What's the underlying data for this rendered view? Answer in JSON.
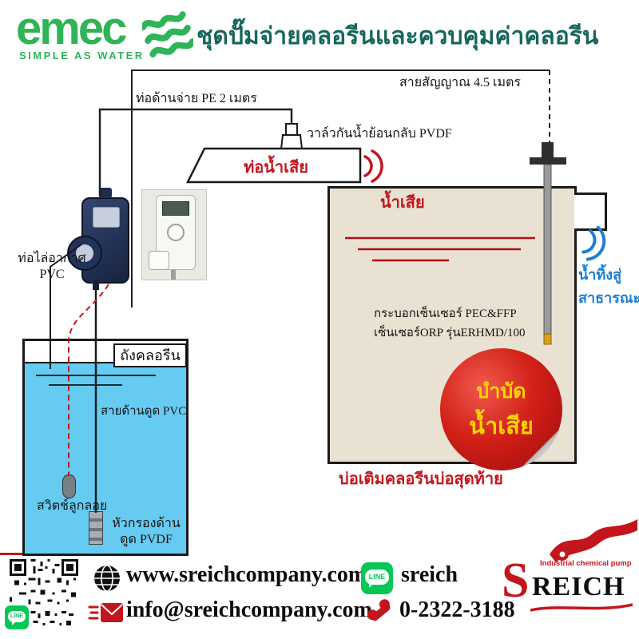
{
  "colors": {
    "brand_green": "#2fb457",
    "title_green": "#16675b",
    "accent_red": "#c3161c",
    "water_blue": "#66cbf0",
    "tank_beige": "#e9e1d1",
    "badge_yellow": "#ffd400",
    "line_green": "#06c755",
    "signal_blue": "#1d7fd6"
  },
  "header": {
    "logo_text": "emec",
    "logo_tagline": "SIMPLE AS WATER",
    "title": "ชุดปั๊มจ่ายคลอรีนและควบคุมค่าคลอรีน"
  },
  "diagram": {
    "labels": {
      "discharge_pipe": "ท่อด้านจ่าย PE 2 เมตร",
      "signal_cable": "สายสัญญาณ 4.5 เมตร",
      "check_valve": "วาล์วกันน้ำย้อนกลับ PVDF",
      "waste_pipe": "ท่อน้ำเสีย",
      "wastewater": "น้ำเสีย",
      "air_vent": "ท่อไล่อากาศ PVC",
      "chlorine_tank": "ถังคลอรีน",
      "suction_line": "สายด้านดูด PVC",
      "float_switch": "สวิตช์ลูกลอย",
      "suction_strainer": "หัวกรองด้านดูด PVDF",
      "sensor_cylinder": "กระบอกเซ็นเซอร์ PEC&FFP",
      "orp_sensor": "เซ็นเซอร์ORP รุ่นERHMD/100",
      "public_discharge_line1": "น้ำทิ้งสู่",
      "public_discharge_line2": "สาธารณะ",
      "final_pond": "บ่อเติมคลอรีนบ่อสุดท้าย"
    },
    "badge": {
      "line1": "บำบัด",
      "line2": "น้ำเสีย"
    }
  },
  "footer": {
    "website": "www.sreichcompany.com",
    "line_label": "LINE",
    "line_id": "sreich",
    "email": "info@sreichcompany.com",
    "phone": "0-2322-3188",
    "brand": {
      "initial": "S",
      "rest": "REICH",
      "tagline": "Industrial chemical pump"
    }
  }
}
